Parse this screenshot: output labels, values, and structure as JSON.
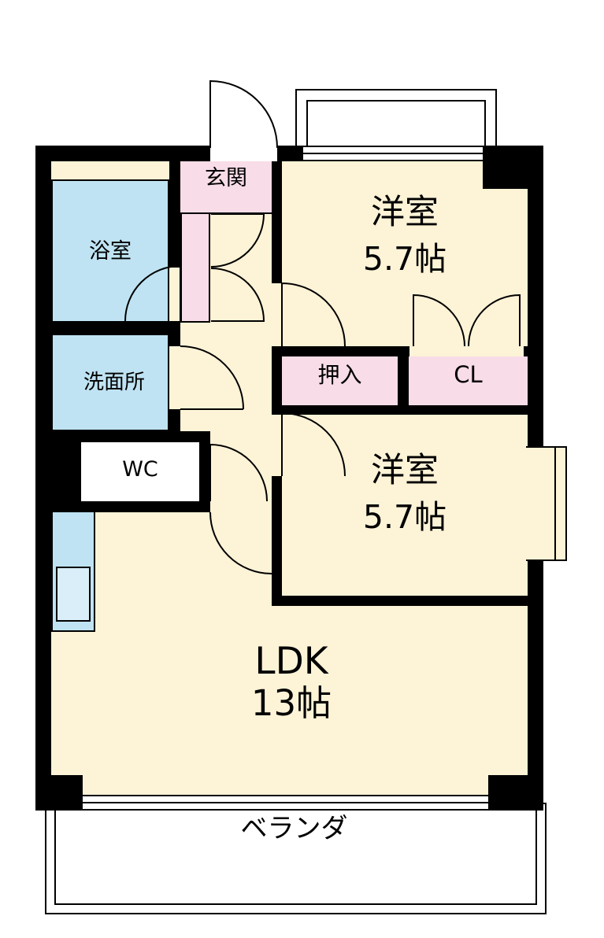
{
  "rooms": {
    "genkan": {
      "label": "玄関"
    },
    "bathroom": {
      "label": "浴室"
    },
    "washroom": {
      "label": "洗面所"
    },
    "wc": {
      "label": "WC"
    },
    "bedroom1": {
      "label": "洋室",
      "size": "5.7帖"
    },
    "oshiire": {
      "label": "押入"
    },
    "cl": {
      "label": "CL"
    },
    "bedroom2": {
      "label": "洋室",
      "size": "5.7帖"
    },
    "ldk": {
      "label": "LDK",
      "size": "13帖"
    },
    "veranda": {
      "label": "ベランダ"
    }
  },
  "colors": {
    "wall": "#000000",
    "room_floor": "#fdf3d7",
    "wet_area": "#bfe3f2",
    "closet": "#f8dce7",
    "background": "#ffffff"
  }
}
